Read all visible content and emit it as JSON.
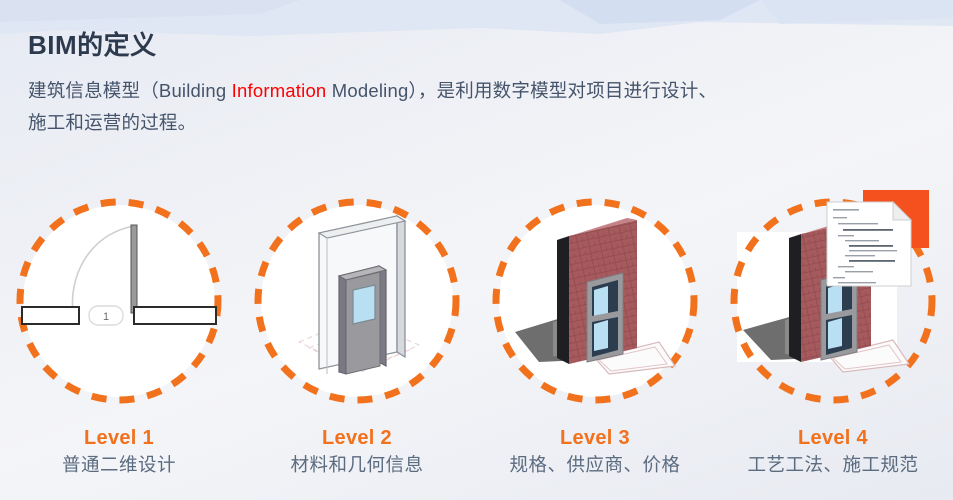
{
  "slide": {
    "title": "BIM的定义",
    "paragraph": {
      "line1_a": "建筑信息模型（Building ",
      "line1_hl": "Information",
      "line1_b": " Modeling），是利用数字模型对项目进行设计、",
      "line2": "施工和运营的过程。"
    },
    "colors": {
      "accent_orange": "#f2711c",
      "highlight_red": "#ff0000",
      "title_navy": "#2d3a4e",
      "body_slate": "#45546b",
      "brick_red": "#a85a5e",
      "glass_blue": "#b9dff2",
      "background": "#eceef4"
    }
  },
  "levels": [
    {
      "id": "level-1",
      "label": "Level 1",
      "description": "普通二维设计",
      "icon": "floor-plan-2d-icon",
      "tag_number": "1"
    },
    {
      "id": "level-2",
      "label": "Level 2",
      "description": "材料和几何信息",
      "icon": "wireframe-wall-door-icon"
    },
    {
      "id": "level-3",
      "label": "Level 3",
      "description": "规格、供应商、价格",
      "icon": "rendered-brick-wall-icon"
    },
    {
      "id": "level-4",
      "label": "Level 4",
      "description": "工艺工法、施工规范",
      "icon": "brick-wall-with-document-icon"
    }
  ]
}
